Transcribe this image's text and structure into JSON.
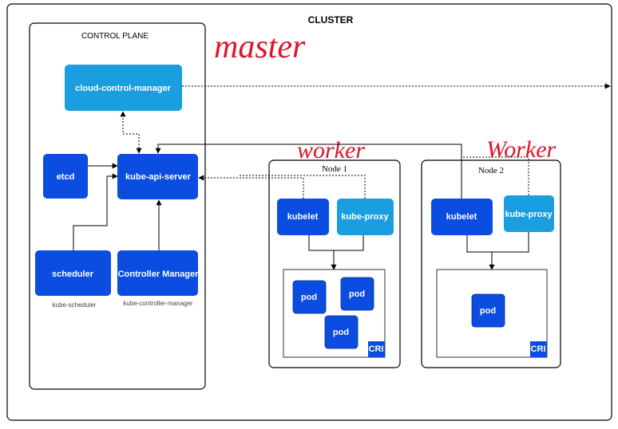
{
  "cluster": {
    "title": "CLUSTER"
  },
  "control_plane": {
    "title": "CONTROL PLANE",
    "annotation": "master",
    "components": {
      "cloud_controller": "cloud-control-manager",
      "etcd": "etcd",
      "api_server": "kube-api-server",
      "scheduler": "scheduler",
      "controller_manager": "Controller Manager"
    },
    "captions": {
      "scheduler": "kube-scheduler",
      "controller_manager": "kube-controller-manager"
    }
  },
  "nodes": [
    {
      "title": "Node 1",
      "annotation": "worker",
      "kubelet": "kubelet",
      "proxy": "kube-proxy",
      "pods": [
        "pod",
        "pod",
        "pod"
      ],
      "runtime": "CRI"
    },
    {
      "title": "Node 2",
      "annotation": "Worker",
      "kubelet": "kubelet",
      "proxy": "kube-proxy",
      "pods": [
        "pod"
      ],
      "runtime": "CRI"
    }
  ],
  "colors": {
    "component_blue": "#0b4de0",
    "cloud_blue": "#1b9ee0",
    "proxy_blue": "#1b9ee0",
    "handwriting_red": "#e0142a",
    "border": "#000000"
  }
}
